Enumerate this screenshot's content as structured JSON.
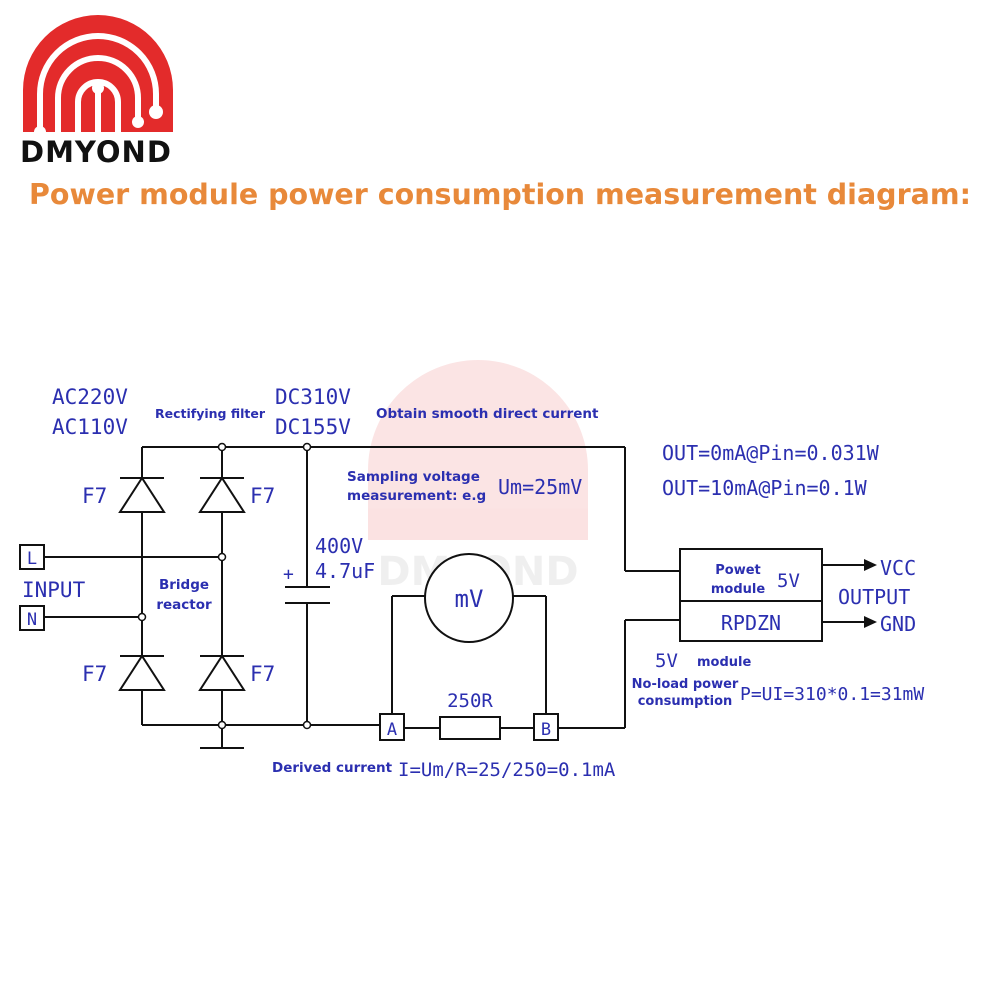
{
  "brand": {
    "name": "DMYOND",
    "logo_color": "#e32b2b",
    "accent_color": "#e8893a",
    "ink_color": "#2b2fb0"
  },
  "title": "Power module power consumption measurement diagram:",
  "diagram": {
    "ac220": "AC220V",
    "ac110": "AC110V",
    "rectifying_filter": "Rectifying filter",
    "dc310": "DC310V",
    "dc155": "DC155V",
    "smooth_dc": "Obtain smooth direct current",
    "out_0": "OUT=0mA@Pin=0.031W",
    "out_10": "OUT=10mA@Pin=0.1W",
    "sampling_1": "Sampling voltage",
    "sampling_2": "measurement: e.g",
    "um": "Um=25mV",
    "fuse_tl": "F7",
    "fuse_tr": "F7",
    "fuse_bl": "F7",
    "fuse_br": "F7",
    "terminal_l": "L",
    "terminal_n": "N",
    "input": "INPUT",
    "bridge_1": "Bridge",
    "bridge_2": "reactor",
    "cap_v": "400V",
    "cap_c": "4.7uF",
    "cap_plus": "+",
    "meter": "mV",
    "module_1": "Powet",
    "module_2": "module",
    "module_v": "5V",
    "module_part": "RPDZN",
    "vcc": "VCC",
    "output": "OUTPUT",
    "gnd": "GND",
    "module5v_v": "5V",
    "module5v_t": "module",
    "noload_1": "No-load power",
    "noload_2": "consumption",
    "power_eq": "P=UI=310*0.1=31mW",
    "resistor": "250R",
    "point_a": "A",
    "point_b": "B",
    "derived": "Derived current",
    "current_eq": "I=Um/R=25/250=0.1mA"
  }
}
